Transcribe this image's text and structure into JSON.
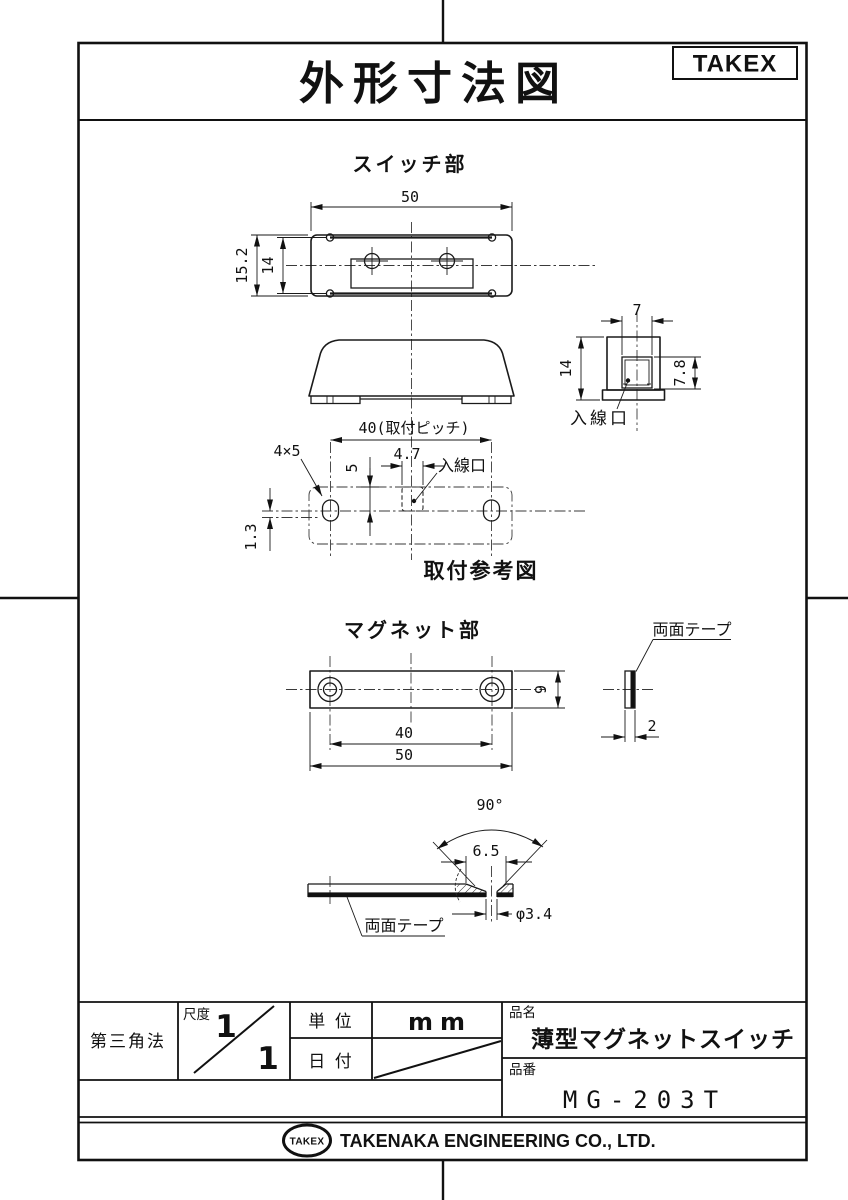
{
  "drawing": {
    "title": "外形寸法図",
    "brand": "TAKEX"
  },
  "switch_section": {
    "title": "スイッチ部",
    "top_view": {
      "width": "50",
      "overall_height": "15.2",
      "body_height": "14"
    },
    "end_view": {
      "width": "7",
      "height": "14",
      "opening_height": "7.8",
      "entry_label": "入線口"
    },
    "mount_view": {
      "pitch": "40(取付ピッチ)",
      "hole_size": "4×5",
      "entry_width": "4.7",
      "entry_depth": "5",
      "center_offset": "1.3",
      "entry_label": "入線口",
      "caption": "取付参考図"
    }
  },
  "magnet_section": {
    "title": "マグネット部",
    "top_view": {
      "height": "9",
      "pitch": "40",
      "width": "50"
    },
    "side_view": {
      "tape_label": "両面テープ",
      "thickness": "2"
    },
    "section_view": {
      "angle": "90°",
      "countersink_dia": "6.5",
      "hole_dia": "φ3.4",
      "tape_label": "両面テープ"
    }
  },
  "title_block": {
    "projection": "第三角法",
    "scale_label": "尺度",
    "scale_numerator": "1",
    "scale_denominator": "1",
    "unit_label": "単 位",
    "unit_value": "mm",
    "date_label": "日 付",
    "product_name_label": "品名",
    "product_name": "薄型マグネットスイッチ",
    "part_number_label": "品番",
    "part_number": "MG-203T"
  },
  "footer": {
    "logo": "TAKEX",
    "company": "TAKENAKA ENGINEERING CO., LTD."
  }
}
